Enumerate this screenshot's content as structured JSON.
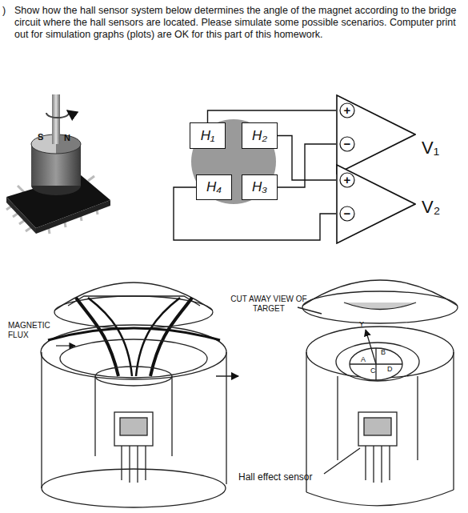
{
  "diagram": {
    "title": "Show how the hall sensor system below determines the angle of the magnet according to the bridge circuit where the hall sensors are located.   Please simulate some possible scenarios. Computer print out for simulation graphs (plots) are OK for this part of this homework.",
    "nodes": [
      {
        "text": [
          "H₁"
        ]
      },
      {
        "text": [
          "H₂"
        ]
      },
      {
        "text": [
          "+",
          "−"
        ]
      },
      {
        "text": [
          "H₄"
        ]
      },
      {
        "text": [
          "H₃"
        ]
      },
      {
        "text": [
          "+",
          "−"
        ]
      }
    ],
    "edges": [
      {
        "from": 0,
        "to": 2,
        "arrow": "none"
      },
      {
        "from": 4,
        "to": 2,
        "arrow": "none"
      },
      {
        "from": 1,
        "to": 5,
        "arrow": "none"
      },
      {
        "from": 3,
        "to": 5,
        "arrow": "none"
      }
    ],
    "labels": [
      ")",
      "S",
      "N",
      "V₁",
      "V₂",
      "MAGNETIC FLUX",
      "CUT AWAY VIEW OF TARGET",
      "Y",
      "A",
      "B",
      "C",
      "D",
      "Hall effect sensor"
    ]
  }
}
